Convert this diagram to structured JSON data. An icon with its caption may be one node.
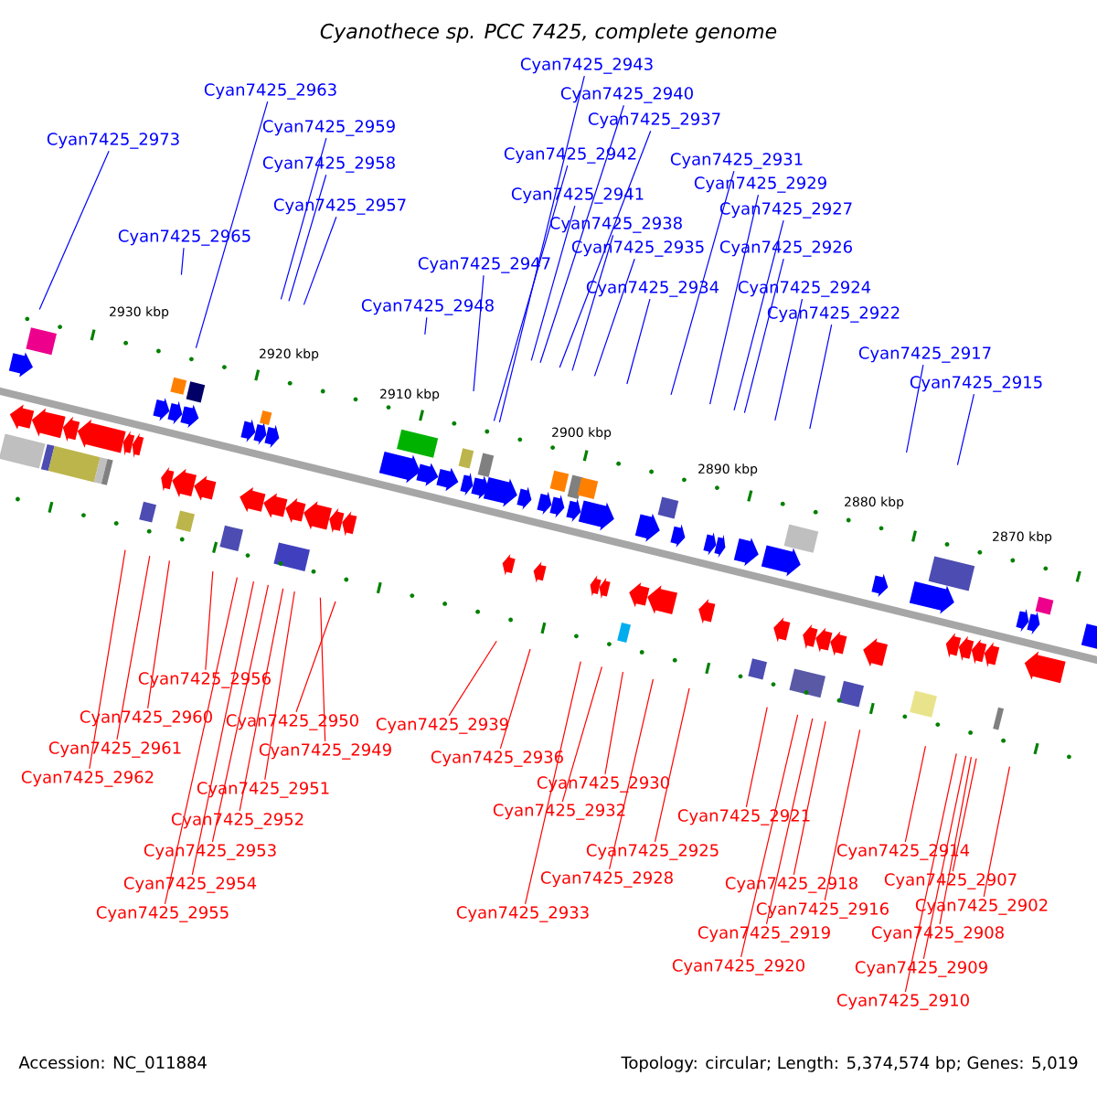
{
  "diagram": {
    "title": "Cyanothece sp. PCC 7425, complete genome",
    "nodes": [
      {
        "text": [
          "Cyan7425_2943"
        ]
      },
      {
        "text": [
          "Cyan7425_2963"
        ]
      },
      {
        "text": [
          "Cyan7425_2940"
        ]
      },
      {
        "text": [
          "Cyan7425_2937"
        ]
      },
      {
        "text": [
          "Cyan7425_2959"
        ]
      },
      {
        "text": [
          "Cyan7425_2973"
        ]
      },
      {
        "text": [
          "Cyan7425_2942"
        ]
      },
      {
        "text": [
          "Cyan7425_2931"
        ]
      },
      {
        "text": [
          "Cyan7425_2958"
        ]
      },
      {
        "text": [
          "Cyan7425_2929"
        ]
      },
      {
        "text": [
          "Cyan7425_2941"
        ]
      },
      {
        "text": [
          "Cyan7425_2957"
        ]
      },
      {
        "text": [
          "Cyan7425_2927"
        ]
      },
      {
        "text": [
          "Cyan7425_2938"
        ]
      },
      {
        "text": [
          "Cyan7425_2965"
        ]
      },
      {
        "text": [
          "Cyan7425_2935"
        ]
      },
      {
        "text": [
          "Cyan7425_2926"
        ]
      },
      {
        "text": [
          "Cyan7425_2947"
        ]
      },
      {
        "text": [
          "Cyan7425_2934"
        ]
      },
      {
        "text": [
          "Cyan7425_2924"
        ]
      },
      {
        "text": [
          "Cyan7425_2948"
        ]
      },
      {
        "text": [
          "Cyan7425_2922"
        ]
      },
      {
        "text": [
          "Cyan7425_2917"
        ]
      },
      {
        "text": [
          "Cyan7425_2915"
        ]
      },
      {
        "text": [
          "Cyan7425_2956"
        ]
      },
      {
        "text": [
          "Cyan7425_2960"
        ]
      },
      {
        "text": [
          "Cyan7425_2950"
        ]
      },
      {
        "text": [
          "Cyan7425_2939"
        ]
      },
      {
        "text": [
          "Cyan7425_2961"
        ]
      },
      {
        "text": [
          "Cyan7425_2949"
        ]
      },
      {
        "text": [
          "Cyan7425_2936"
        ]
      },
      {
        "text": [
          "Cyan7425_2962"
        ]
      },
      {
        "text": [
          "Cyan7425_2930"
        ]
      },
      {
        "text": [
          "Cyan7425_2951"
        ]
      },
      {
        "text": [
          "Cyan7425_2932"
        ]
      },
      {
        "text": [
          "Cyan7425_2921"
        ]
      },
      {
        "text": [
          "Cyan7425_2952"
        ]
      },
      {
        "text": [
          "Cyan7425_2953"
        ]
      },
      {
        "text": [
          "Cyan7425_2925"
        ]
      },
      {
        "text": [
          "Cyan7425_2914"
        ]
      },
      {
        "text": [
          "Cyan7425_2928"
        ]
      },
      {
        "text": [
          "Cyan7425_2907"
        ]
      },
      {
        "text": [
          "Cyan7425_2918"
        ]
      },
      {
        "text": [
          "Cyan7425_2954"
        ]
      },
      {
        "text": [
          "Cyan7425_2902"
        ]
      },
      {
        "text": [
          "Cyan7425_2916"
        ]
      },
      {
        "text": [
          "Cyan7425_2955"
        ]
      },
      {
        "text": [
          "Cyan7425_2933"
        ]
      },
      {
        "text": [
          "Cyan7425_2919"
        ]
      },
      {
        "text": [
          "Cyan7425_2908"
        ]
      },
      {
        "text": [
          "Cyan7425_2920"
        ]
      },
      {
        "text": [
          "Cyan7425_2909"
        ]
      },
      {
        "text": [
          "Cyan7425_2910"
        ]
      }
    ],
    "edges": [
      {
        "from": 0,
        "to": null,
        "arrow": "none",
        "color": "#0000ff"
      },
      {
        "from": 1,
        "to": null,
        "arrow": "none",
        "color": "#0000ff"
      },
      {
        "from": 2,
        "to": null,
        "arrow": "none",
        "color": "#0000ff"
      },
      {
        "from": 3,
        "to": null,
        "arrow": "none",
        "color": "#0000ff"
      },
      {
        "from": 4,
        "to": null,
        "arrow": "none",
        "color": "#0000ff"
      },
      {
        "from": 5,
        "to": null,
        "arrow": "none",
        "color": "#0000ff"
      },
      {
        "from": 6,
        "to": null,
        "arrow": "none",
        "color": "#0000ff"
      },
      {
        "from": 7,
        "to": null,
        "arrow": "none",
        "color": "#0000ff"
      },
      {
        "from": 8,
        "to": null,
        "arrow": "none",
        "color": "#0000ff"
      },
      {
        "from": 9,
        "to": null,
        "arrow": "none",
        "color": "#0000ff"
      },
      {
        "from": 10,
        "to": null,
        "arrow": "none",
        "color": "#0000ff"
      },
      {
        "from": 11,
        "to": null,
        "arrow": "none",
        "color": "#0000ff"
      },
      {
        "from": 12,
        "to": null,
        "arrow": "none",
        "color": "#0000ff"
      },
      {
        "from": 13,
        "to": null,
        "arrow": "none",
        "color": "#0000ff"
      },
      {
        "from": 14,
        "to": null,
        "arrow": "none",
        "color": "#0000ff"
      },
      {
        "from": 15,
        "to": null,
        "arrow": "none",
        "color": "#0000ff"
      },
      {
        "from": 16,
        "to": null,
        "arrow": "none",
        "color": "#0000ff"
      },
      {
        "from": 17,
        "to": null,
        "arrow": "none",
        "color": "#0000ff"
      },
      {
        "from": 18,
        "to": null,
        "arrow": "none",
        "color": "#0000ff"
      },
      {
        "from": 19,
        "to": null,
        "arrow": "none",
        "color": "#0000ff"
      },
      {
        "from": 20,
        "to": null,
        "arrow": "none",
        "color": "#0000ff"
      },
      {
        "from": 21,
        "to": null,
        "arrow": "none",
        "color": "#0000ff"
      },
      {
        "from": 22,
        "to": null,
        "arrow": "none",
        "color": "#0000ff"
      },
      {
        "from": 23,
        "to": null,
        "arrow": "none",
        "color": "#0000ff"
      },
      {
        "from": 24,
        "to": null,
        "arrow": "none"
      },
      {
        "from": 25,
        "to": null,
        "arrow": "none"
      },
      {
        "from": 26,
        "to": null,
        "arrow": "none"
      },
      {
        "from": 27,
        "to": null,
        "arrow": "none"
      },
      {
        "from": 28,
        "to": null,
        "arrow": "none"
      },
      {
        "from": 29,
        "to": null,
        "arrow": "none"
      },
      {
        "from": 30,
        "to": null,
        "arrow": "none"
      },
      {
        "from": 31,
        "to": null,
        "arrow": "none"
      },
      {
        "from": 32,
        "to": null,
        "arrow": "none"
      },
      {
        "from": 33,
        "to": null,
        "arrow": "none"
      },
      {
        "from": 34,
        "to": null,
        "arrow": "none"
      },
      {
        "from": 35,
        "to": null,
        "arrow": "none"
      },
      {
        "from": 36,
        "to": null,
        "arrow": "none"
      },
      {
        "from": 37,
        "to": null,
        "arrow": "none"
      },
      {
        "from": 38,
        "to": null,
        "arrow": "none"
      },
      {
        "from": 39,
        "to": null,
        "arrow": "none"
      },
      {
        "from": 40,
        "to": null,
        "arrow": "none"
      },
      {
        "from": 41,
        "to": null,
        "arrow": "none"
      },
      {
        "from": 42,
        "to": null,
        "arrow": "none"
      },
      {
        "from": 43,
        "to": null,
        "arrow": "none"
      },
      {
        "from": 44,
        "to": null,
        "arrow": "none"
      },
      {
        "from": 45,
        "to": null,
        "arrow": "none"
      },
      {
        "from": 46,
        "to": null,
        "arrow": "none"
      },
      {
        "from": 47,
        "to": null,
        "arrow": "none"
      },
      {
        "from": 48,
        "to": null,
        "arrow": "none"
      },
      {
        "from": 49,
        "to": null,
        "arrow": "none"
      },
      {
        "from": 50,
        "to": null,
        "arrow": "none"
      },
      {
        "from": 51,
        "to": null,
        "arrow": "none"
      },
      {
        "from": 52,
        "to": null,
        "arrow": "none"
      }
    ],
    "labels": [
      "2930 kbp",
      "2920 kbp",
      "2910 kbp",
      "2900 kbp",
      "2890 kbp",
      "2880 kbp",
      "2870 kbp",
      "Accession: NC_011884",
      "Topology: circular; Length: 5,374,574 bp; Genes: 5,019"
    ]
  }
}
